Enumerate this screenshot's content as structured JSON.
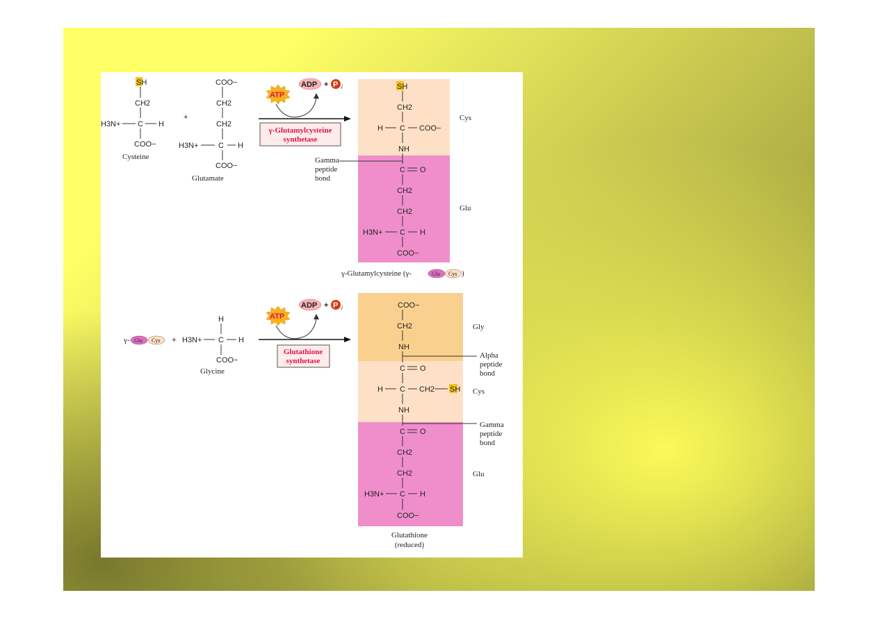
{
  "colors": {
    "slide_light": "#ffff66",
    "slide_dark": "#7a7a30",
    "cys_band": "#fde0c5",
    "glu_band": "#ef8ecb",
    "gly_band": "#f9d08e",
    "sh_highlight": "#f7c21c",
    "enzyme_text": "#e0104a",
    "atp_star": "#f7b21c"
  },
  "reaction1": {
    "cysteine": {
      "sh": "SH",
      "ch2": "CH2",
      "h3n": "H3N+",
      "c": "C",
      "h": "H",
      "coo": "COO−",
      "name": "Cysteine"
    },
    "plus": "+",
    "glutamate": {
      "coo_top": "COO−",
      "ch2a": "CH2",
      "ch2b": "CH2",
      "h3n": "H3N+",
      "c": "C",
      "h": "H",
      "coo_bottom": "COO−",
      "name": "Glutamate"
    },
    "atp": "ATP",
    "adp": "ADP",
    "plus2": "+",
    "pi": "P",
    "pi_sub": "i",
    "enzyme_line1": "γ-Glutamylcysteine",
    "enzyme_line2": "synthetase",
    "product": {
      "sh": "SH",
      "ch2": "CH2",
      "h": "H",
      "c": "C",
      "coo": "COO−",
      "nh": "NH",
      "co": "C",
      "o": "O",
      "ch2a": "CH2",
      "ch2b": "CH2",
      "h3n": "H3N+",
      "c2": "C",
      "h2": "H",
      "coo2": "COO−",
      "label_cys": "Cys",
      "label_glu": "Glu",
      "bond_line1": "Gamma",
      "bond_line2": "peptide",
      "bond_line3": "bond",
      "name_prefix": "γ-Glutamylcysteine (γ-",
      "name_glu": "Glu",
      "name_cys": "Cys",
      "name_suffix": ")"
    }
  },
  "reaction2": {
    "reactant_prefix": "γ-",
    "reactant_glu": "Glu",
    "reactant_cys": "Cys",
    "plus": "+",
    "glycine": {
      "h_top": "H",
      "h3n": "H3N+",
      "c": "C",
      "h": "H",
      "coo": "COO−",
      "name": "Glycine"
    },
    "atp": "ATP",
    "adp": "ADP",
    "plus2": "+",
    "pi": "P",
    "pi_sub": "i",
    "enzyme_line1": "Glutathione",
    "enzyme_line2": "synthetase",
    "product": {
      "coo_top": "COO−",
      "ch2_gly": "CH2",
      "nh1": "NH",
      "co1": "C",
      "o1": "O",
      "h": "H",
      "c_cys": "C",
      "ch2_cys": "CH2",
      "sh": "SH",
      "nh2": "NH",
      "co2": "C",
      "o2": "O",
      "ch2a": "CH2",
      "ch2b": "CH2",
      "h3n": "H3N+",
      "c_glu": "C",
      "h2": "H",
      "coo_bottom": "COO−",
      "label_gly": "Gly",
      "label_cys": "Cys",
      "label_glu": "Glu",
      "alpha_line1": "Alpha",
      "alpha_line2": "peptide",
      "alpha_line3": "bond",
      "gamma_line1": "Gamma",
      "gamma_line2": "peptide",
      "gamma_line3": "bond",
      "name_line1": "Glutathione",
      "name_line2": "(reduced)"
    }
  }
}
